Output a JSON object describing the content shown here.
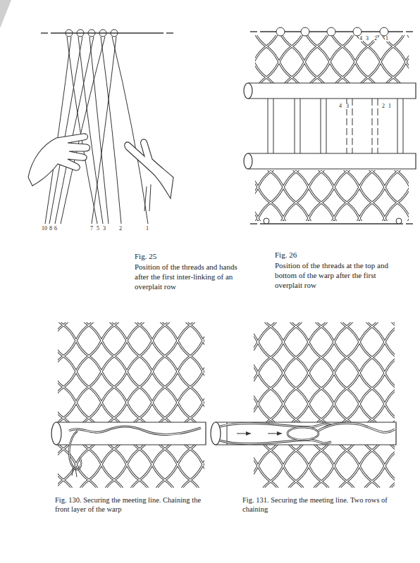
{
  "diagram": {
    "labels": [
      "Fig. 25",
      "Position of the threads and hands after the first inter-linking of an overplait row",
      "Fig. 26",
      "Position of the threads at the top and bottom of the warp after the first overplait row",
      "Fig. 130. Securing the meeting line. Chaining the front layer of the warp",
      "Fig. 131. Securing the meeting line. Two rows of chaining",
      "10",
      "8",
      "6",
      "7",
      "5",
      "3",
      "2",
      "1",
      "4",
      "3",
      "2",
      "1",
      "4",
      "3",
      "2",
      "1"
    ]
  }
}
